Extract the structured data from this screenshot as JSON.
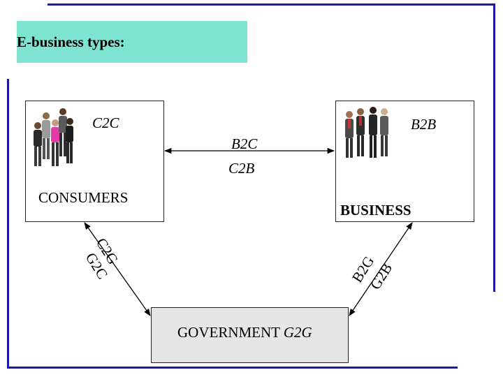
{
  "slide": {
    "title": "E-business types:"
  },
  "nodes": {
    "consumers": {
      "label": "CONSUMERS",
      "inner_label": "C2C"
    },
    "business": {
      "label": "BUSINESS",
      "inner_label": "B2B"
    },
    "government": {
      "label": "GOVERNMENT",
      "suffix": "G2G"
    }
  },
  "edges": {
    "consumer_business": {
      "top": "B2C",
      "bottom": "C2B"
    },
    "consumer_government": {
      "first": "C2G",
      "second": "G2C"
    },
    "business_government": {
      "first": "B2G",
      "second": "G2B"
    }
  },
  "colors": {
    "rule": "#1a1aa6",
    "title_bg": "#7fe3d2",
    "government_bg": "#e6e6e6"
  }
}
